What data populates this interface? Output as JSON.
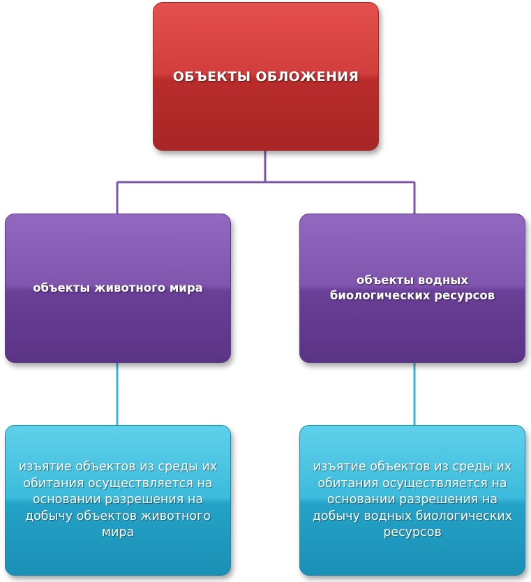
{
  "diagram": {
    "root": {
      "label": "ОБЪЕКТЫ ОБЛОЖЕНИЯ"
    },
    "branches": [
      {
        "label": "объекты животного мира",
        "detail": "изъятие объектов из среды их обитания осуществляется на основании разрешения  на добычу объектов животного мира"
      },
      {
        "label": "объекты водных биологических ресурсов",
        "detail": "изъятие объектов из среды их обитания осуществляется на основании разрешения  на добычу водных биологических ресурсов"
      }
    ]
  },
  "colors": {
    "root": "#cc3b3a",
    "branch": "#7a52a8",
    "leaf": "#33b2d6",
    "connector_top": "#7d55a9",
    "connector_bottom": "#3ab4d6"
  }
}
